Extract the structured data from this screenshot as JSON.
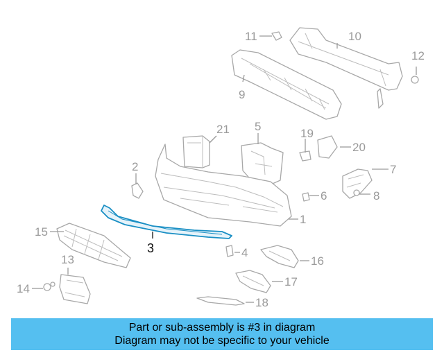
{
  "diagram": {
    "callouts": [
      "1",
      "2",
      "3",
      "4",
      "5",
      "6",
      "7",
      "8",
      "9",
      "10",
      "11",
      "12",
      "13",
      "14",
      "15",
      "16",
      "17",
      "18",
      "19",
      "20",
      "21"
    ],
    "highlighted_part": "3",
    "highlight_color": "#1a8fc4"
  },
  "banner": {
    "line1": "Part or sub-assembly is #3 in diagram",
    "line2": "Diagram may not be specific to your vehicle",
    "background": "#55bff0"
  }
}
